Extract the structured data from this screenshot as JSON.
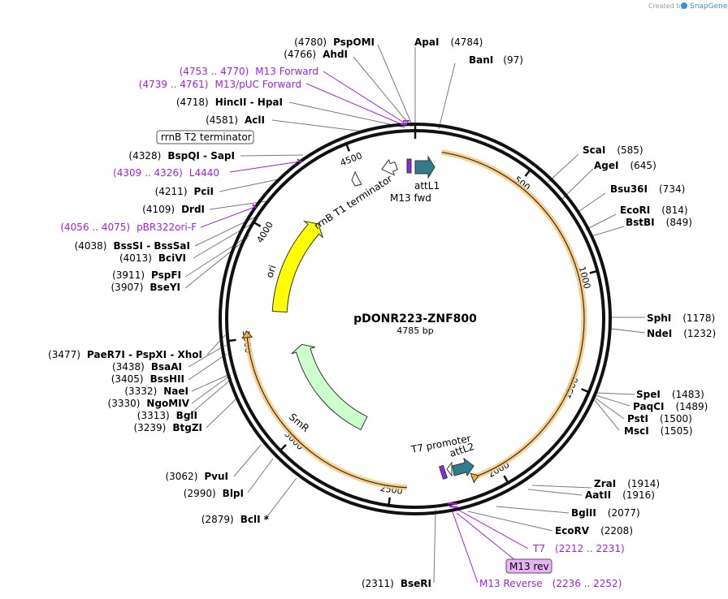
{
  "credit": {
    "prefix": "Created by",
    "brand": "SnapGene"
  },
  "plasmid": {
    "name": "pDONR223-ZNF800",
    "length_label": "4785 bp",
    "length": 4785
  },
  "ticks": [
    {
      "pos": 500,
      "label": "500"
    },
    {
      "pos": 1000,
      "label": "1000"
    },
    {
      "pos": 1500,
      "label": "1500"
    },
    {
      "pos": 2000,
      "label": "2000"
    },
    {
      "pos": 2500,
      "label": "2500"
    },
    {
      "pos": 3000,
      "label": "3000"
    },
    {
      "pos": 3500,
      "label": "3500"
    },
    {
      "pos": 4000,
      "label": "4000"
    },
    {
      "pos": 4500,
      "label": "4500"
    }
  ],
  "features": {
    "orf": {
      "color": "#f5c97c"
    },
    "ori": {
      "label": "ori",
      "color": "#ffff00"
    },
    "smr": {
      "label": "SmR",
      "color": "#ccffcc"
    },
    "attl1": {
      "label": "attL1",
      "color": "#2f7d8f"
    },
    "attl2": {
      "label": "attL2",
      "color": "#2f7d8f"
    },
    "m13fwd": {
      "label": "M13 fwd"
    },
    "rrnb_t1": {
      "label": "rrnB T1 terminator"
    },
    "rrnb_t2": {
      "label": "rrnB T2 terminator"
    },
    "t7promoter": {
      "label": "T7 promoter"
    }
  },
  "sites_right": [
    {
      "id": "apai",
      "name": "ApaI",
      "pos": "(4784)"
    },
    {
      "id": "bani",
      "name": "BanI",
      "pos": "(97)"
    },
    {
      "id": "scai",
      "name": "ScaI",
      "pos": "(585)"
    },
    {
      "id": "agei",
      "name": "AgeI",
      "pos": "(645)"
    },
    {
      "id": "bsu36i",
      "name": "Bsu36I",
      "pos": "(734)"
    },
    {
      "id": "ecori",
      "name": "EcoRI",
      "pos": "(814)"
    },
    {
      "id": "bstbi",
      "name": "BstBI",
      "pos": "(849)"
    },
    {
      "id": "sphi",
      "name": "SphI",
      "pos": "(1178)"
    },
    {
      "id": "ndei",
      "name": "NdeI",
      "pos": "(1232)"
    },
    {
      "id": "spei",
      "name": "SpeI",
      "pos": "(1483)"
    },
    {
      "id": "paqci",
      "name": "PaqCI",
      "pos": "(1489)"
    },
    {
      "id": "psti",
      "name": "PstI",
      "pos": "(1500)"
    },
    {
      "id": "msci",
      "name": "MscI",
      "pos": "(1505)"
    },
    {
      "id": "zrai",
      "name": "ZraI",
      "pos": "(1914)"
    },
    {
      "id": "aatii",
      "name": "AatII",
      "pos": "(1916)"
    },
    {
      "id": "bglii",
      "name": "BglII",
      "pos": "(2077)"
    },
    {
      "id": "ecorv",
      "name": "EcoRV",
      "pos": "(2208)"
    }
  ],
  "sites_left": [
    {
      "id": "pspomi",
      "pos": "(4780)",
      "name": "PspOMI"
    },
    {
      "id": "ahdi",
      "pos": "(4766)",
      "name": "AhdI"
    },
    {
      "id": "hincii",
      "pos": "(4718)",
      "name": "HincII  - HpaI"
    },
    {
      "id": "acli",
      "pos": "(4581)",
      "name": "AclI"
    },
    {
      "id": "bspqi",
      "pos": "(4328)",
      "name": "BspQI  - SapI"
    },
    {
      "id": "pcii",
      "pos": "(4211)",
      "name": "PciI"
    },
    {
      "id": "drdi",
      "pos": "(4109)",
      "name": "DrdI"
    },
    {
      "id": "bsssi",
      "pos": "(4038)",
      "name": "BssSI  - BssSaI"
    },
    {
      "id": "bcivi",
      "pos": "(4013)",
      "name": "BciVI"
    },
    {
      "id": "pspfi",
      "pos": "(3911)",
      "name": "PspFI"
    },
    {
      "id": "bseyi",
      "pos": "(3907)",
      "name": "BseYI"
    },
    {
      "id": "paer7i",
      "pos": "(3477)",
      "name": "PaeR7I  - PspXI  - XhoI"
    },
    {
      "id": "bsaai",
      "pos": "(3438)",
      "name": "BsaAI"
    },
    {
      "id": "bsshii",
      "pos": "(3405)",
      "name": "BssHII"
    },
    {
      "id": "naei",
      "pos": "(3332)",
      "name": "NaeI"
    },
    {
      "id": "ngomiv",
      "pos": "(3330)",
      "name": "NgoMIV"
    },
    {
      "id": "bgli",
      "pos": "(3313)",
      "name": "BglI"
    },
    {
      "id": "btgzi",
      "pos": "(3239)",
      "name": "BtgZI"
    },
    {
      "id": "pvui",
      "pos": "(3062)",
      "name": "PvuI"
    },
    {
      "id": "blpi",
      "pos": "(2990)",
      "name": "BlpI"
    },
    {
      "id": "bcli",
      "pos": "(2879)",
      "name": "BclI *"
    },
    {
      "id": "bseri",
      "pos": "(2311)",
      "name": "BseRI"
    }
  ],
  "primers": {
    "m13forward": {
      "range": "(4753 .. 4770)",
      "name": "M13 Forward"
    },
    "m13puc": {
      "range": "(4739 .. 4761)",
      "name": "M13/pUC Forward"
    },
    "l4440": {
      "range": "(4309 .. 4326)",
      "name": "L4440"
    },
    "pbr322": {
      "range": "(4056 .. 4075)",
      "name": "pBR322ori-F"
    },
    "t7": {
      "name": "T7",
      "range": "(2212 .. 2231)"
    },
    "m13rev": {
      "name": "M13 rev"
    },
    "m13reverse": {
      "name": "M13 Reverse",
      "range": "(2236 .. 2252)"
    }
  }
}
